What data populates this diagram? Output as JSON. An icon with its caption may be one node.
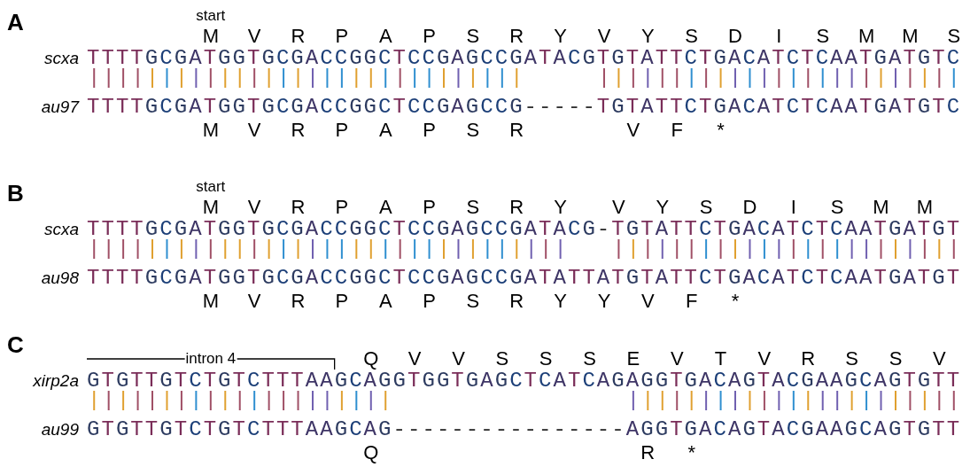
{
  "diagram": {
    "labels": [
      "A",
      "start",
      "M",
      "V",
      "R",
      "P",
      "A",
      "P",
      "S",
      "R",
      "Y",
      "V",
      "Y",
      "S",
      "D",
      "I",
      "S",
      "M",
      "M",
      "S",
      "scxa",
      "TTTTGCGATGGTGCGACCGGCTCCGAGCCGATACGTGTATTCTGACATCTCAATGATGTC",
      "au97",
      "TTTTGCGATGGTGCGACCGGCTCCGAGCCG-----TGTATTCTGACATCTCAATGATGTC",
      "M",
      "V",
      "R",
      "P",
      "A",
      "P",
      "S",
      "R",
      "V",
      "F",
      "*",
      "B",
      "start",
      "M",
      "V",
      "R",
      "P",
      "A",
      "P",
      "S",
      "R",
      "Y",
      "V",
      "Y",
      "S",
      "D",
      "I",
      "S",
      "M",
      "M",
      "scxa",
      "TTTTGCGATGGTGCGACCGGCTCCGAGCCGATACG-TGTATTCTGACATCTCAATGATGT",
      "au98",
      "TTTTGCGATGGTGCGACCGGCTCCGAGCCGATATTATGTATTCTGACATCTCAATGATGT",
      "M",
      "V",
      "R",
      "P",
      "A",
      "P",
      "S",
      "R",
      "Y",
      "Y",
      "V",
      "F",
      "*",
      "C",
      "intron 4",
      "Q",
      "V",
      "V",
      "S",
      "S",
      "S",
      "E",
      "V",
      "T",
      "V",
      "R",
      "S",
      "S",
      "V",
      "xirp2a",
      "GTGTTGTCTGTCTTTAAGCAGGTGGTGAGCTCATCAGAGGTGACAGTACGAAGCAGTGTT",
      "au99",
      "GTGTTGTCTGTCTTTAAGCAG----------------AGGTGACAGTACGAAGCAGTGTT",
      "Q",
      "R",
      "*"
    ]
  }
}
